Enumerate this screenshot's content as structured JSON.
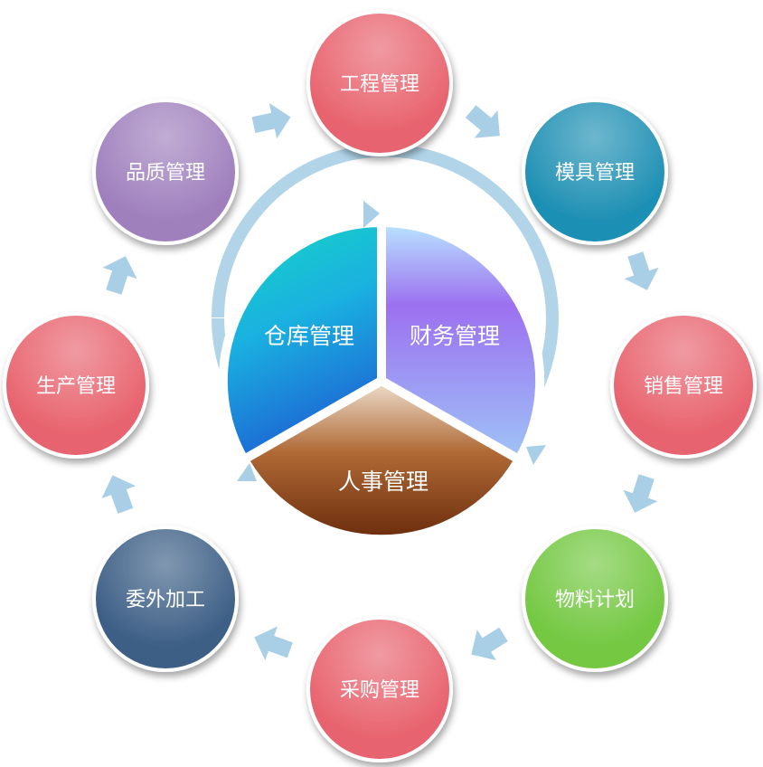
{
  "outer_nodes": [
    {
      "id": "engineering",
      "label": "工程管理",
      "color": "#e8646f"
    },
    {
      "id": "mold",
      "label": "模具管理",
      "color": "#1f90b4"
    },
    {
      "id": "sales",
      "label": "销售管理",
      "color": "#e8646f"
    },
    {
      "id": "material",
      "label": "物料计划",
      "color": "#74c842"
    },
    {
      "id": "purchase",
      "label": "采购管理",
      "color": "#e8646f"
    },
    {
      "id": "outsource",
      "label": "委外加工",
      "color": "#3d5f86"
    },
    {
      "id": "production",
      "label": "生产管理",
      "color": "#e8646f"
    },
    {
      "id": "quality",
      "label": "品质管理",
      "color": "#9f80bd"
    }
  ],
  "center_sectors": [
    {
      "id": "warehouse",
      "label": "仓库管理",
      "color": "#22a6d6"
    },
    {
      "id": "finance",
      "label": "财务管理",
      "color": "#a184ef"
    },
    {
      "id": "hr",
      "label": "人事管理",
      "color": "#a45e30"
    }
  ],
  "colors": {
    "arrow": "#a9cfe6",
    "ring": "#a9cfe6"
  }
}
